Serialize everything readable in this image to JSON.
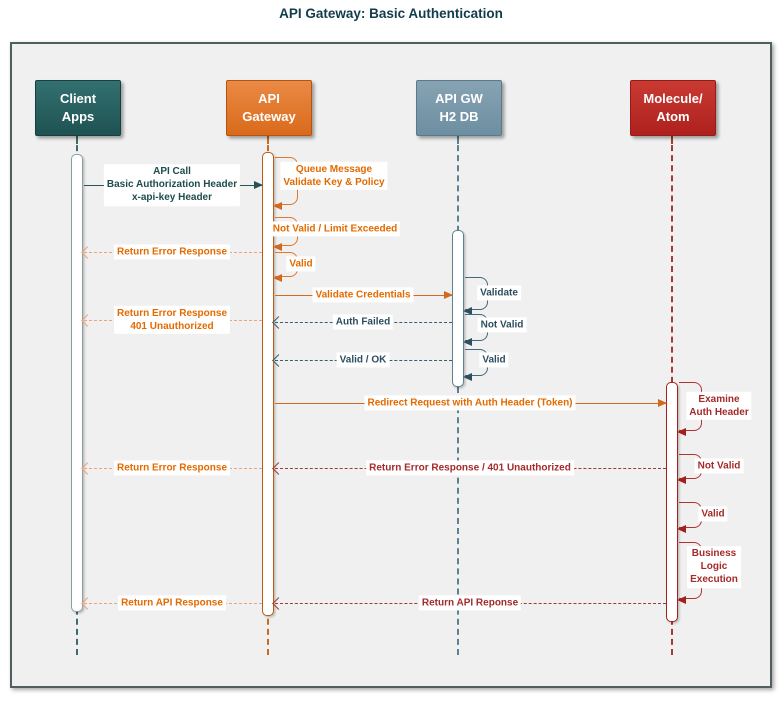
{
  "title": "API Gateway: Basic Authentication",
  "actors": {
    "client": {
      "line1": "Client",
      "line2": "Apps"
    },
    "gateway": {
      "line1": "API",
      "line2": "Gateway"
    },
    "h2db": {
      "line1": "API GW",
      "line2": "H2 DB"
    },
    "molecule": {
      "line1": "Molecule/",
      "line2": "Atom"
    }
  },
  "messages": {
    "api_call_1": "API Call",
    "api_call_2": "Basic Authorization Header",
    "api_call_3": "x-api-key Header",
    "queue_1": "Queue Message",
    "queue_2": "Validate Key & Policy",
    "not_valid_limit": "Not Valid / Limit Exceeded",
    "return_error_1": "Return Error Response",
    "valid_gw": "Valid",
    "validate_credentials": "Validate Credentials",
    "validate_db": "Validate",
    "auth_failed": "Auth Failed",
    "return_error_401_a": "Return Error Response",
    "return_error_401_b": "401 Unauthorized",
    "not_valid_db": "Not Valid",
    "valid_ok": "Valid / OK",
    "valid_db": "Valid",
    "redirect_request": "Redirect Request with Auth Header (Token)",
    "return_error_401_line": "Return Error Response / 401 Unauthorized",
    "return_error_2": "Return Error Response",
    "examine_1": "Examine",
    "examine_2": "Auth Header",
    "not_valid_mol": "Not Valid",
    "valid_mol": "Valid",
    "biz_1": "Business",
    "biz_2": "Logic",
    "biz_3": "Execution",
    "return_api_reponse": "Return API Reponse",
    "return_api_response": "Return API Response"
  },
  "colors": {
    "title_text": "#123C4C",
    "teal": "#265353",
    "orange": "#D2691E",
    "orange_text": "#E36A00",
    "light_orange_dash": "#EDA47A",
    "slate": "#3A5D6C",
    "red": "#A03833",
    "red_text": "#A52A2A",
    "client_box": "#2A6464",
    "gateway_box": "#E07B33",
    "h2db_box": "#7A99AA",
    "molecule_box": "#BC2B26",
    "frame_bg": "#F0F0F0"
  }
}
